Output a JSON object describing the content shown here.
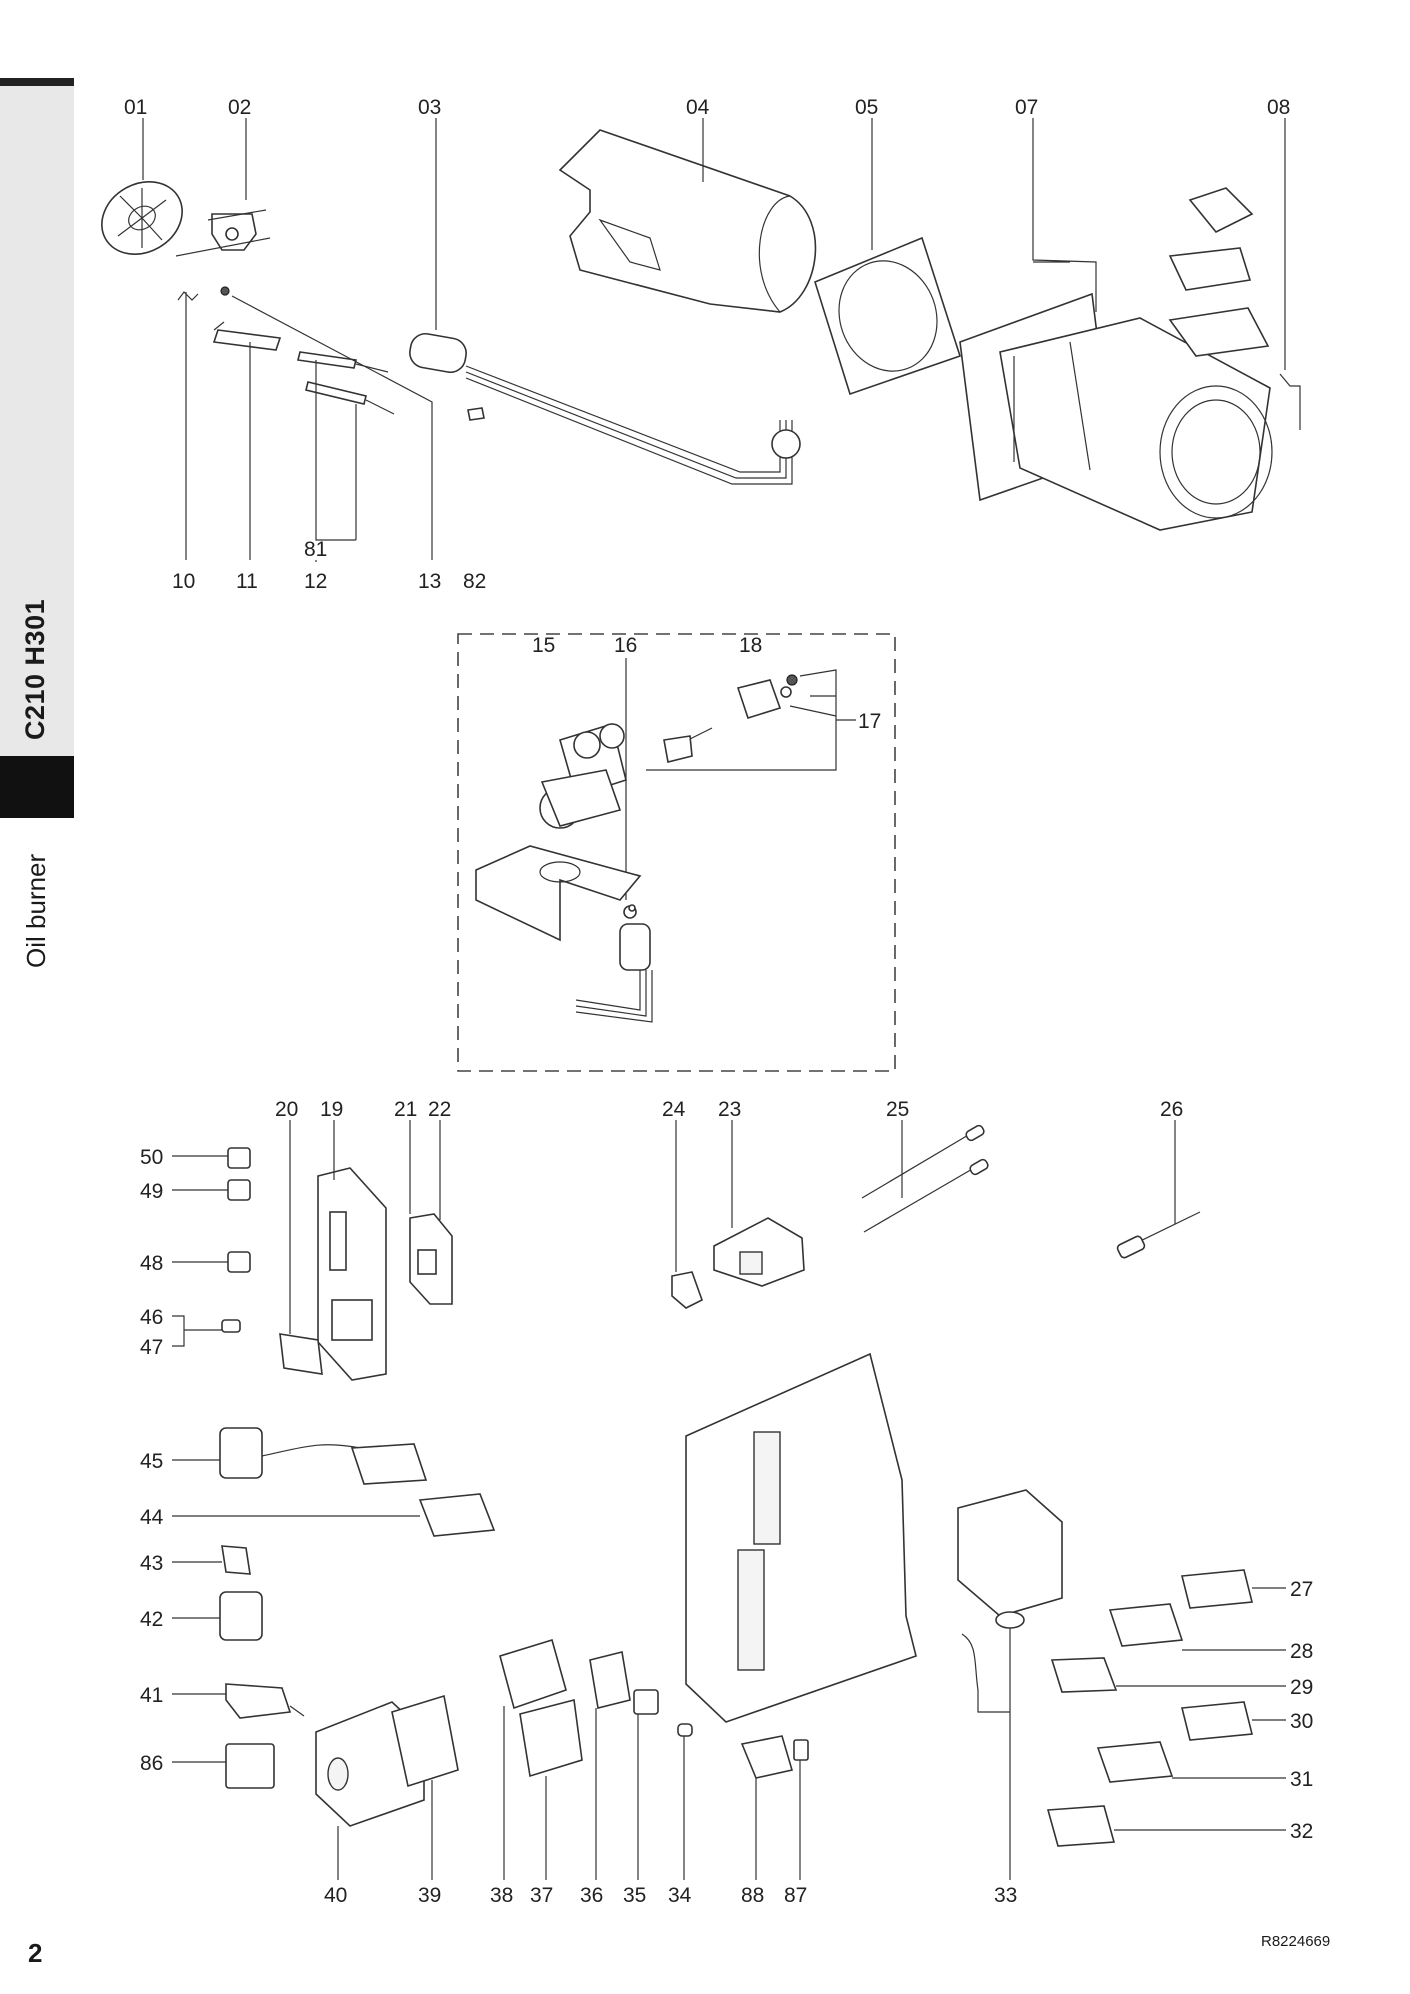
{
  "sidebar": {
    "model_code": "C210 H301",
    "product_name": "Oil burner"
  },
  "page_number": "2",
  "reference_code": "R8224669",
  "part_labels": {
    "p01": "01",
    "p02": "02",
    "p03": "03",
    "p04": "04",
    "p05": "05",
    "p07": "07",
    "p08": "08",
    "p10": "10",
    "p11": "11",
    "p81": "81",
    "p12": "12",
    "p13": "13",
    "p82": "82",
    "p15": "15",
    "p16": "16",
    "p18": "18",
    "p17": "17",
    "p20": "20",
    "p19": "19",
    "p21": "21",
    "p22": "22",
    "p24": "24",
    "p23": "23",
    "p25": "25",
    "p26": "26",
    "p50": "50",
    "p49": "49",
    "p48": "48",
    "p46": "46",
    "p47": "47",
    "p45": "45",
    "p44": "44",
    "p43": "43",
    "p42": "42",
    "p41": "41",
    "p86": "86",
    "p27": "27",
    "p28": "28",
    "p29": "29",
    "p30": "30",
    "p31": "31",
    "p32": "32",
    "p40": "40",
    "p39": "39",
    "p38": "38",
    "p37": "37",
    "p36": "36",
    "p35": "35",
    "p34": "34",
    "p88": "88",
    "p87": "87",
    "p33": "33"
  }
}
